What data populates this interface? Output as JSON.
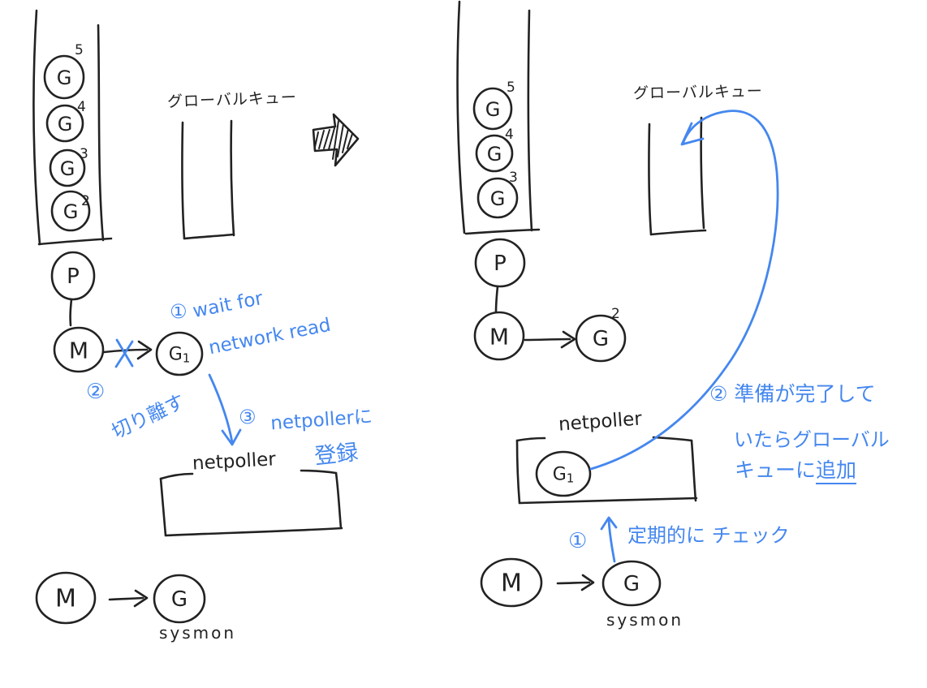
{
  "colors": {
    "ink": "#222222",
    "accent": "#4487ef",
    "background": "#ffffff"
  },
  "left_panel": {
    "run_queue": {
      "goroutines": [
        {
          "letter": "G",
          "sup": "5"
        },
        {
          "letter": "G",
          "sup": "4"
        },
        {
          "letter": "G",
          "sup": "3"
        },
        {
          "letter": "G",
          "sup": "2"
        }
      ]
    },
    "p": "P",
    "m": "M",
    "g1": {
      "letter": "G",
      "digit": "1"
    },
    "global_queue_label": "グローバルキュー",
    "netpoller_label": "netpoller",
    "steps": {
      "step1_num": "①",
      "step1_line1": "wait for",
      "step1_line2": "network read",
      "step2_num": "②",
      "step2_text": "切り離す",
      "step3_num": "③",
      "step3_line1": "netpollerに",
      "step3_line2": "登録"
    },
    "sysmon": {
      "m": "M",
      "g": "G",
      "caption": "sysmon"
    }
  },
  "right_panel": {
    "run_queue": {
      "goroutines": [
        {
          "letter": "G",
          "sup": "5"
        },
        {
          "letter": "G",
          "sup": "4"
        },
        {
          "letter": "G",
          "sup": "3"
        }
      ]
    },
    "p": "P",
    "m": "M",
    "g2": {
      "letter": "G",
      "sup": "2"
    },
    "g1": {
      "letter": "G",
      "digit": "1"
    },
    "global_queue_label": "グローバルキュー",
    "netpoller_label": "netpoller",
    "steps": {
      "step1_num": "①",
      "step1_text": "定期的に チェック",
      "step2_line1": "② 準備が完了して",
      "step2_line2": "いたらグローバル",
      "step2_line3a": "キューに",
      "step2_line3b": "追加"
    },
    "sysmon": {
      "m": "M",
      "g": "G",
      "caption": "sysmon"
    }
  }
}
